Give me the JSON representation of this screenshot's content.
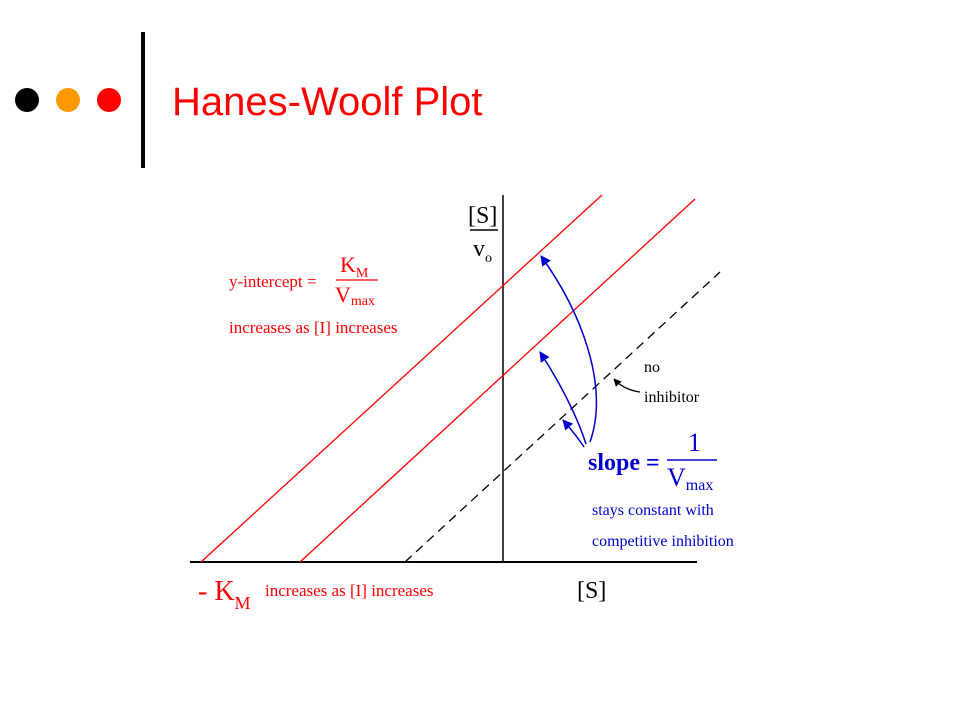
{
  "slide": {
    "title": "Hanes-Woolf Plot",
    "title_color": "#ff0000",
    "bullet_colors": [
      "#000000",
      "#ff9900",
      "#ff0000"
    ]
  },
  "diagram": {
    "y_axis_label": {
      "numerator": "[S]",
      "denominator": "v",
      "denominator_sub": "o"
    },
    "x_axis_label": "[S]",
    "x_intercept_label": {
      "prefix": "- K",
      "sub": "M"
    },
    "x_intercept_note": "increases as [I] increases",
    "y_intercept": {
      "label": "y-intercept =",
      "numerator": "K",
      "numerator_sub": "M",
      "denominator": "V",
      "denominator_sub": "max",
      "note": "increases as [I] increases"
    },
    "no_inhibitor_label": [
      "no",
      "inhibitor"
    ],
    "slope": {
      "label": "slope =",
      "numerator": "1",
      "denominator": "V",
      "denominator_sub": "max",
      "note": [
        "stays constant with",
        "competitive inhibition"
      ]
    },
    "colors": {
      "inhibited_lines": "#ff0000",
      "no_inhibitor_line": "#000000",
      "slope_annotation": "#0000cc",
      "axes": "#000000"
    }
  }
}
